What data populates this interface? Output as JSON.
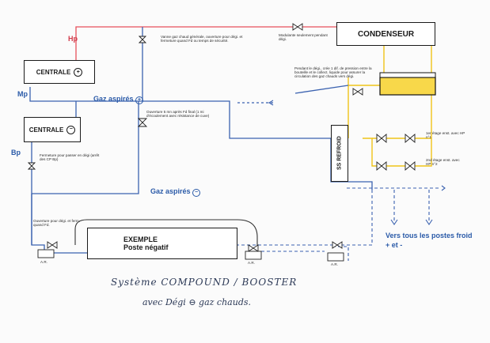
{
  "labels": {
    "hp": "Hp",
    "mp": "Mp",
    "bp": "Bp",
    "gaz_aspires_plus": "Gaz aspirés",
    "gaz_aspires_minus": "Gaz aspirés",
    "centrale_plus": "CENTRALE",
    "centrale_minus": "CENTRALE",
    "condenseur": "CONDENSEUR",
    "refroid": "SS REFROID",
    "exemple_title": "EXEMPLE",
    "exemple_sub": "Poste négatif",
    "vers_postes": "Vers tous les postes froid + et -",
    "ar_left": "A.R.",
    "ar_mid": "A.R.",
    "ar_right": "A.R."
  },
  "notes": {
    "vanne_gaz_chaud": "Vanne gaz chaud générale, ouverture pour dégi. et fermeture quand Fd ou temps de sécurité.",
    "modulante": "Modulante seulement pendant dégi.",
    "pendant_degi": "Pendant le dégi., crée 1 dif. de pression entre la bouteille et le collect. liquide pour assurer la circulation des gaz chauds vers dégi.",
    "ouverture_5min": "Ouverture 5 mn après Fd final (1 mi d'écoulement avec résistance de cuve)",
    "fermeture_bp": "Fermeture pour passer en dégi (arrêt des CP Bp)",
    "ouverture_degi": "Ouverture pour dégi. et ferm. quand Fd.",
    "etage_1": "1er étage enst. avec HP n°1",
    "etage_2": "2nd étage enst. avec HP n°2"
  },
  "handwriting": {
    "line1": "Système COMPOUND / BOOSTER",
    "line2": "avec Dégi ⊖ gaz chauds."
  },
  "colors": {
    "hp_line": "#e8505b",
    "mp_line": "#3b62b0",
    "liquid_line": "#f0c419",
    "accent_text": "#2a5aa8"
  }
}
